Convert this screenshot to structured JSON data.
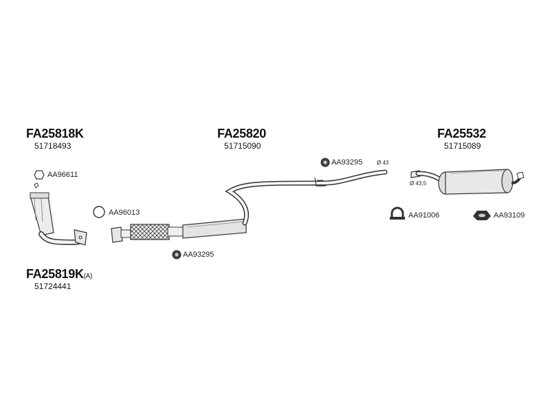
{
  "assemblies": {
    "catalyst": {
      "code": "FA25818K",
      "oe": "51718493"
    },
    "front_pipe": {
      "code": "FA25819K",
      "suffix": "(A)",
      "oe": "51724441"
    },
    "middle": {
      "code": "FA25820",
      "oe": "51715090"
    },
    "rear": {
      "code": "FA25532",
      "oe": "51715089"
    }
  },
  "fittings": {
    "gasket_catalyst": "AA96611",
    "ring_front": "AA96013",
    "clamp_middle_lower": "AA93295",
    "clamp_middle_upper": "AA93295",
    "clamp_rear": "AA91006",
    "hanger_rear": "AA93109"
  },
  "dimensions": {
    "middle_outlet": "Ø 43",
    "rear_inlet": "Ø 43,5"
  },
  "colors": {
    "line": "#333333",
    "fill": "#e8e8e8",
    "dark": "#555555"
  }
}
